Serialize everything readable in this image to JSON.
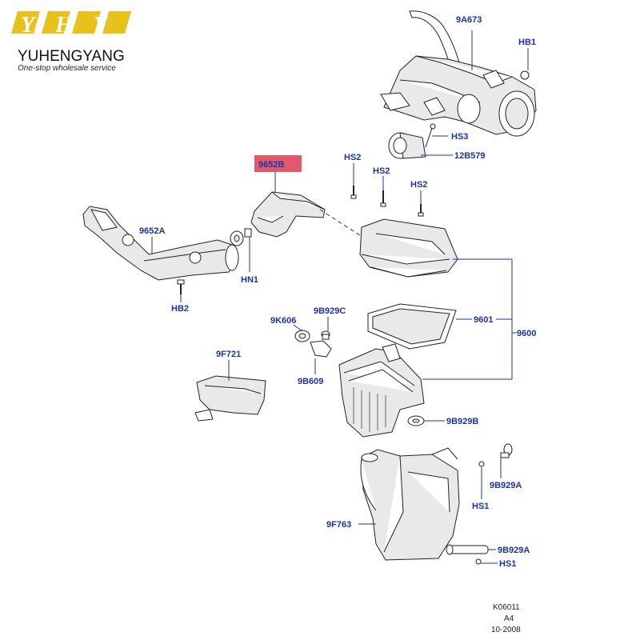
{
  "logo": {
    "letters": "YHY",
    "brand": "YUHENGYANG",
    "tagline": "One-stop wholesale service",
    "color": "#e8c21c"
  },
  "highlight_color": "#e05a6a",
  "label_color": "#1a33a8",
  "labels": {
    "p9A673": "9A673",
    "pHB1": "HB1",
    "pHS3": "HS3",
    "p12B579": "12B579",
    "p9652B": "9652B",
    "pHS2a": "HS2",
    "pHS2b": "HS2",
    "pHS2c": "HS2",
    "p9652A": "9652A",
    "pHN1": "HN1",
    "pHB2": "HB2",
    "p9K606": "9K606",
    "p9B929C": "9B929C",
    "p9601": "9601",
    "p9600": "9600",
    "p9F721": "9F721",
    "p9B609": "9B609",
    "p9B929B": "9B929B",
    "p9B929A1": "9B929A",
    "pHS1a": "HS1",
    "p9F763": "9F763",
    "p9B929A2": "9B929A",
    "pHS1b": "HS1"
  },
  "reference": {
    "code": "K06011",
    "size": "A4",
    "date": "10-2008"
  }
}
